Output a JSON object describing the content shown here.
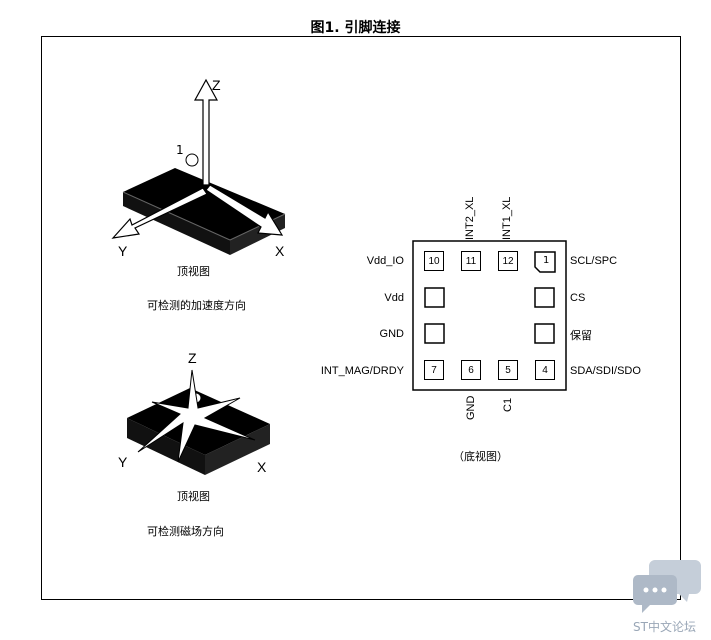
{
  "figure_title": "图1. 引脚连接",
  "top_view_1": {
    "caption": "顶视图",
    "description": "可检测的加速度方向",
    "axis_z": "Z",
    "axis_y": "Y",
    "axis_x": "X",
    "pin1_marker": "1"
  },
  "top_view_2": {
    "caption": "顶视图",
    "description": "可检测磁场方向",
    "axis_z": "Z",
    "axis_y": "Y",
    "axis_x": "X"
  },
  "bottom_view": {
    "caption": "（底视图）",
    "top_labels": [
      "INT2_XL",
      "INT1_XL"
    ],
    "bottom_labels": [
      "GND",
      "C1"
    ],
    "left_labels": [
      "Vdd_IO",
      "Vdd",
      "GND",
      "INT_MAG/DRDY"
    ],
    "right_labels": [
      "SCL/SPC",
      "CS",
      "保留",
      "SDA/SDI/SDO"
    ],
    "top_row_numbers": [
      "10",
      "11",
      "12",
      "1"
    ],
    "bottom_row_numbers": [
      "7",
      "6",
      "5",
      "4"
    ]
  },
  "watermark": "ST中文论坛"
}
